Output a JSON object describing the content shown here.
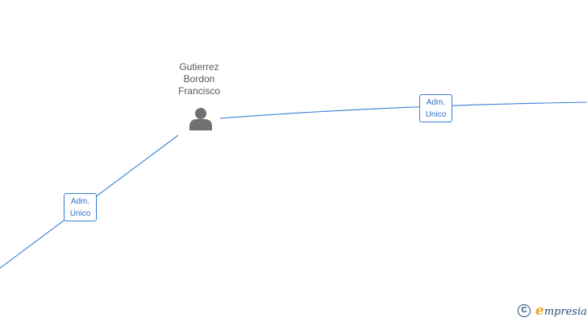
{
  "graph": {
    "person": {
      "name_lines": [
        "Gutierrez",
        "Bordon",
        "Francisco"
      ],
      "icon": "person-icon"
    },
    "relations": [
      {
        "label_lines": [
          "Adm.",
          "Unico"
        ],
        "direction": "right"
      },
      {
        "label_lines": [
          "Adm.",
          "Unico"
        ],
        "direction": "bottom-left"
      }
    ],
    "colors": {
      "edge": "#3a7fd5",
      "person_icon": "#707070",
      "label_text": "#2f6fc4"
    }
  },
  "watermark": {
    "copyright_symbol": "C",
    "brand_initial": "e",
    "brand_rest": "mpresia"
  }
}
